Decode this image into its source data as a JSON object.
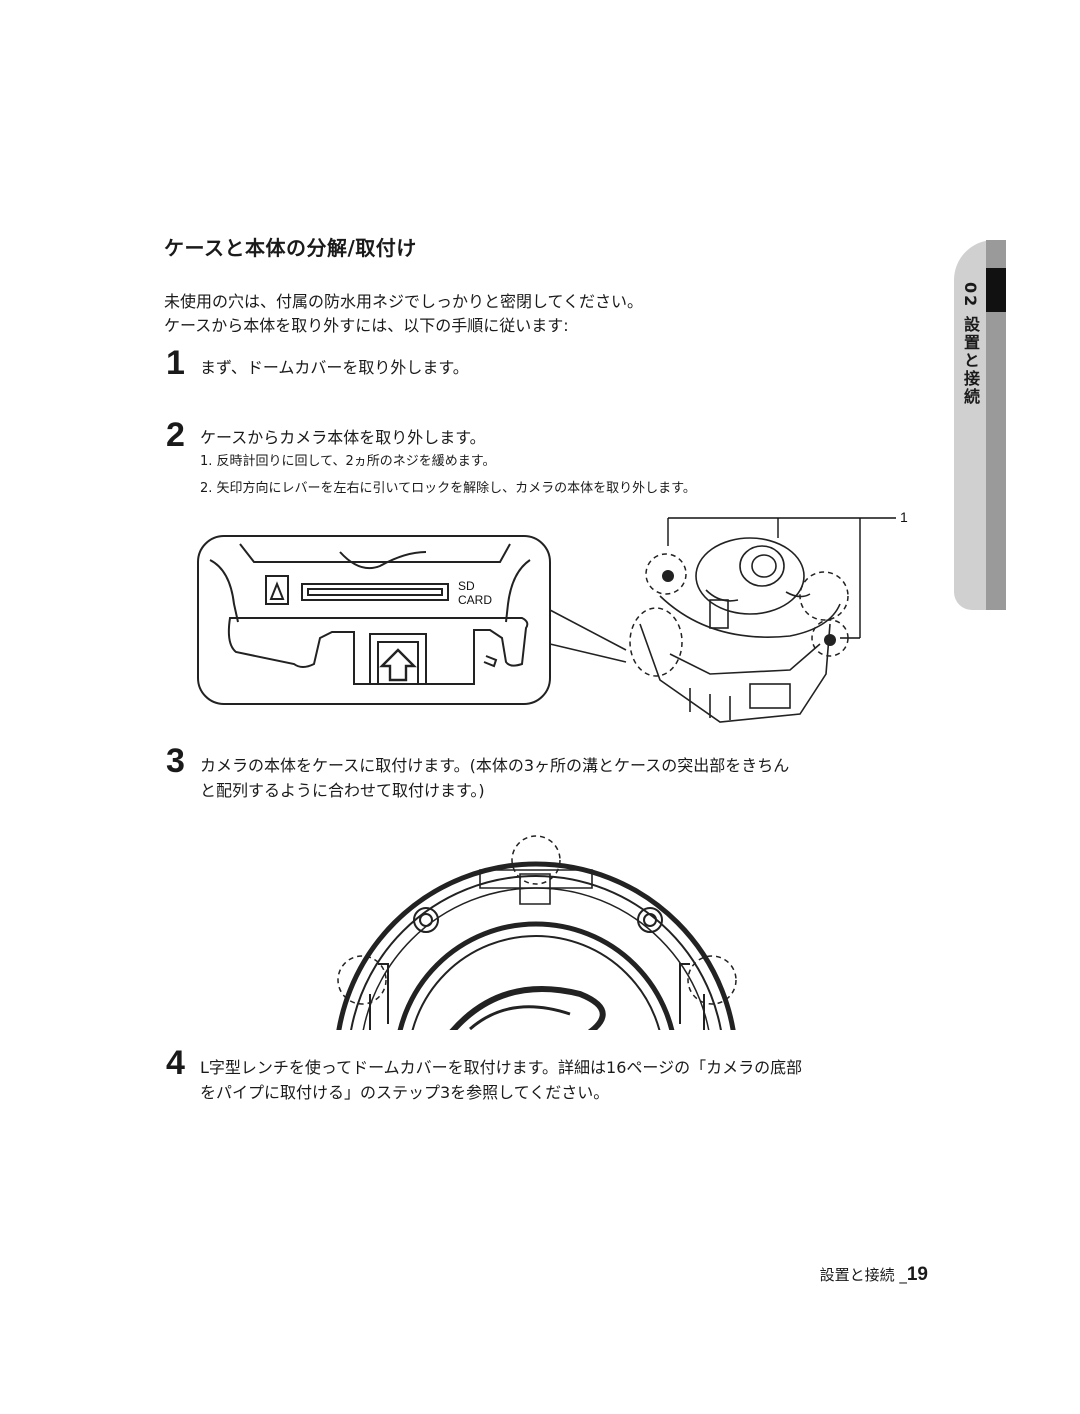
{
  "section_title": "ケースと本体の分解/取付け",
  "intro": [
    "未使用の穴は、付属の防水用ネジでしっかりと密閉してください。",
    "ケースから本体を取り外すには、以下の手順に従います:"
  ],
  "steps": [
    {
      "num": "1",
      "text": "まず、ドームカバーを取り外します。"
    },
    {
      "num": "2",
      "text": "ケースからカメラ本体を取り外します。",
      "subs": [
        "1. 反時計回りに回して、2ヵ所のネジを緩めます。",
        "2. 矢印方向にレバーを左右に引いてロックを解除し、カメラの本体を取り外します。"
      ]
    },
    {
      "num": "3",
      "text_lines": [
        "カメラの本体をケースに取付けます。(本体の3ヶ所の溝とケースの突出部をきちん",
        "と配列するように合わせて取付けます。)"
      ]
    },
    {
      "num": "4",
      "text_lines": [
        "L字型レンチを使ってドームカバーを取付けます。詳細は16ページの「カメラの底部",
        "をパイプに取付ける」のステップ3を参照してください。"
      ]
    }
  ],
  "figure1": {
    "sd_label": "SD",
    "card_label": "CARD",
    "callout": "1"
  },
  "side_tab": "02 設置と接続",
  "footer": {
    "section": "設置と接続 _",
    "page": "19"
  }
}
